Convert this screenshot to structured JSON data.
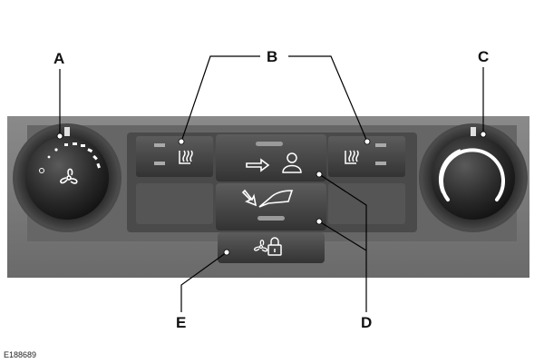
{
  "callouts": {
    "a": "A",
    "b": "B",
    "c": "C",
    "d": "D",
    "e": "E"
  },
  "figure_ref": "E188689",
  "components": {
    "a": "fan-speed-knob",
    "b": [
      "heated-seat-button-left",
      "heated-seat-button-right"
    ],
    "c": "temperature-knob",
    "d": [
      "airflow-face-button",
      "airflow-floor-windshield-button"
    ],
    "e": "climate-lock-button"
  },
  "colors": {
    "panel": "#777777",
    "panel_dark": "#555555",
    "button_face": "#3c3c3c",
    "knob": "#2b2b2b",
    "indicator_white": "#ffffff",
    "line": "#000000"
  },
  "icons": {
    "fan": "fan-icon",
    "seat_heat": "heated-seat-icon",
    "recirc": "recirculation-arrow-icon",
    "person": "person-icon",
    "windshield": "windshield-defrost-icon",
    "lock": "lock-icon"
  }
}
